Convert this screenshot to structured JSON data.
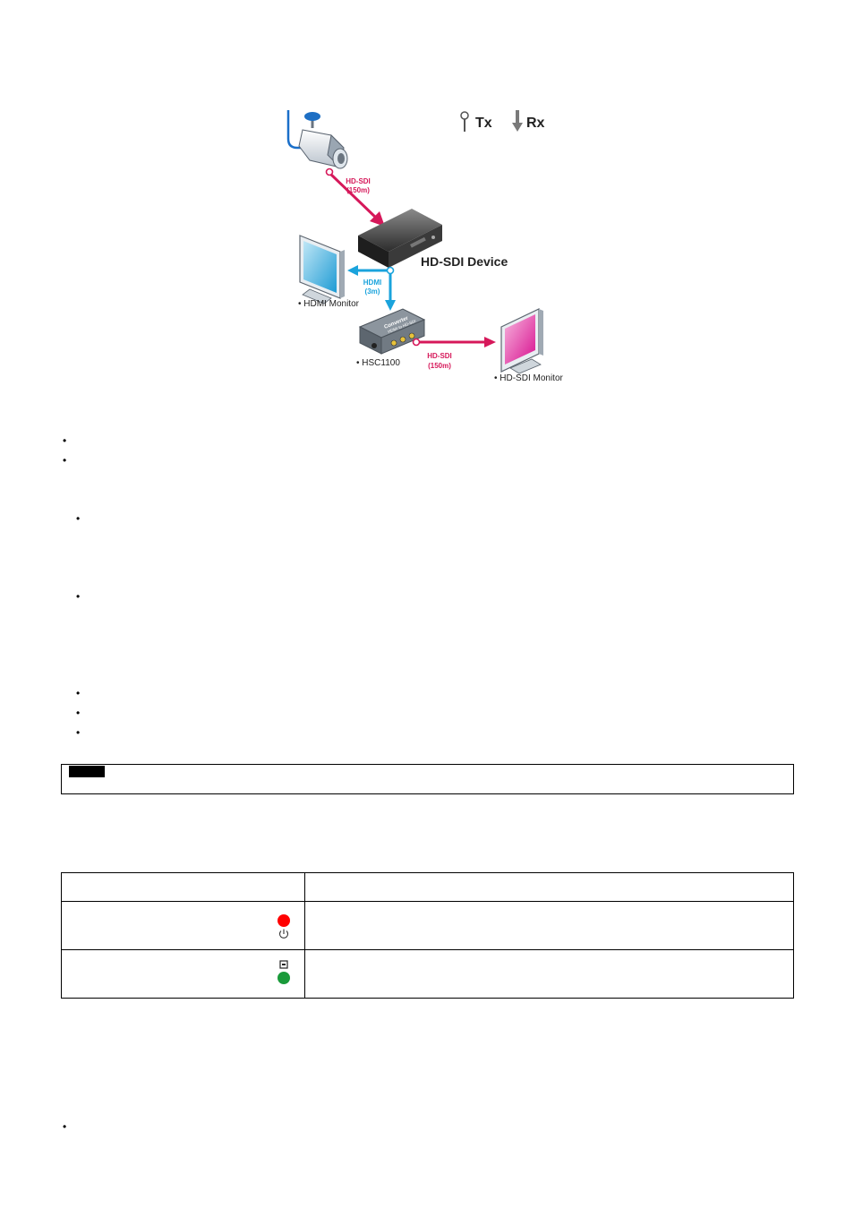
{
  "diagram": {
    "legend": {
      "tx_label": "Tx",
      "rx_label": "Rx"
    },
    "hdsdi_in_label": [
      "HD-SDI",
      "(150m)"
    ],
    "device_label": "HD-SDI Device",
    "hdmi_label": [
      "HDMI",
      "(3m)"
    ],
    "hdmi_monitor_label": "• HDMI Monitor",
    "converter_text": [
      "Converter",
      "HDMI to HD-SDI"
    ],
    "hsc_label": "• HSC1100",
    "hdsdi_out_label": [
      "HD-SDI",
      "(150m)"
    ],
    "hdsdi_monitor_label": "• HD-SDI Monitor",
    "colors": {
      "hdsdi": "#d6185a",
      "hdmi": "#1aa3dc",
      "monitor_screen_hdmi": "#2aa7d8",
      "monitor_screen_sdi": "#e0189a"
    }
  },
  "bullets": [
    "•",
    "•",
    "•",
    "•",
    "•",
    "•",
    "•",
    "•"
  ],
  "led_table": {
    "header": [
      "",
      ""
    ],
    "rows": [
      {
        "icons": [
          "red-led",
          "power-icon"
        ],
        "colors": [
          "#ff0000"
        ]
      },
      {
        "icons": [
          "input-icon",
          "green-led"
        ],
        "colors": [
          "#1a9a3a"
        ]
      }
    ]
  }
}
